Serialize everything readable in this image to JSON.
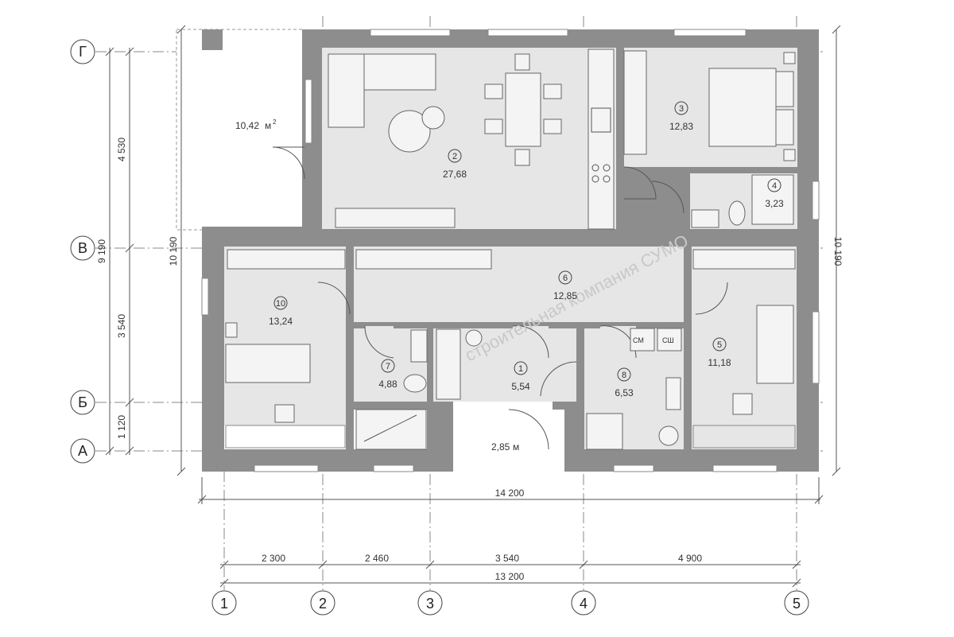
{
  "axes": {
    "letters": [
      "Г",
      "В",
      "Б",
      "А"
    ],
    "numbers": [
      "1",
      "2",
      "3",
      "4",
      "5"
    ]
  },
  "dimensions": {
    "left_outer": [
      "4 530",
      "3 540",
      "1 120"
    ],
    "left_total": "9 190",
    "left_overall": "10 190",
    "right_overall": "10 190",
    "bottom_segments": [
      "2 300",
      "2 460",
      "3 540",
      "4 900"
    ],
    "bottom_total_axes": "13 200",
    "bottom_overall": "14 200"
  },
  "rooms": [
    {
      "no": "1",
      "area": "5,54"
    },
    {
      "no": "2",
      "area": "27,68"
    },
    {
      "no": "3",
      "area": "12,83"
    },
    {
      "no": "4",
      "area": "3,23"
    },
    {
      "no": "5",
      "area": "11,18"
    },
    {
      "no": "6",
      "area": "12,85"
    },
    {
      "no": "7",
      "area": "4,88"
    },
    {
      "no": "8",
      "area": "6,53"
    },
    {
      "no": "10",
      "area": "13,24"
    }
  ],
  "terrace_area": "10,42",
  "porch_area": "2,85",
  "area_unit": "м",
  "area_unit_sup": "2",
  "appliance_labels": [
    "СМ",
    "СШ"
  ],
  "watermark": "строительная компания СУМО"
}
